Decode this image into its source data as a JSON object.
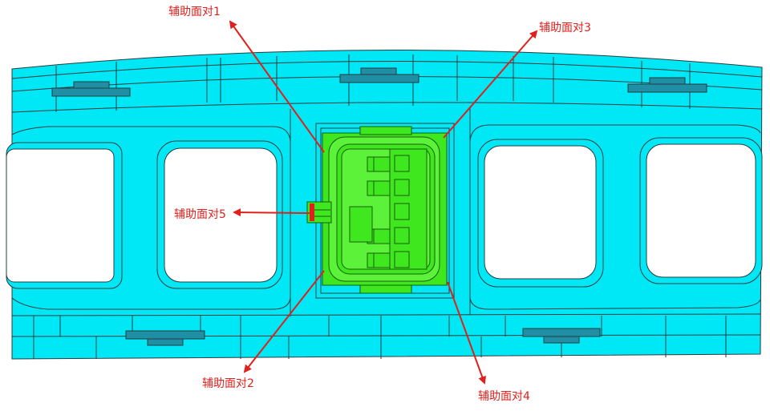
{
  "colors": {
    "part_fill": "#00e8f6",
    "part_stroke": "#2a3b3d",
    "connector_fill": "#3fe81e",
    "connector_stroke": "#1b5a10",
    "clip_fill": "#1f8fa6",
    "annotation": "#e0201c",
    "window_fill": "#ffffff"
  },
  "annotations": [
    {
      "id": "face1",
      "label": "辅助面对1"
    },
    {
      "id": "face2",
      "label": "辅助面对2"
    },
    {
      "id": "face3",
      "label": "辅助面对3"
    },
    {
      "id": "face4",
      "label": "辅助面对4"
    },
    {
      "id": "face5",
      "label": "辅助面对5"
    }
  ]
}
